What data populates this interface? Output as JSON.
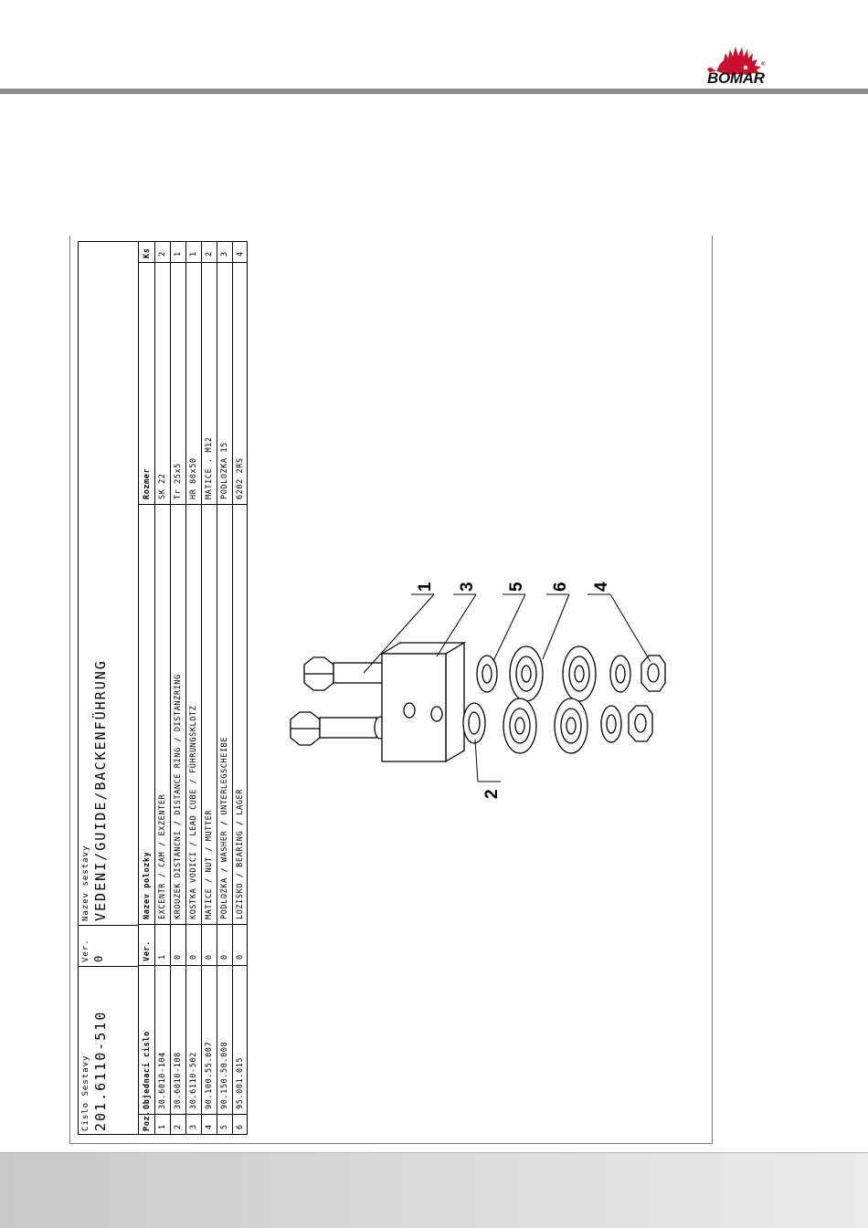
{
  "brand": {
    "logo_text": "BOMAR",
    "registered": "®"
  },
  "table": {
    "assembly_number_label": "Cislo Sestavy",
    "assembly_number": "201.6110-510",
    "version_label": "Ver.",
    "version": "0",
    "assembly_name_label": "Nazev sestavy",
    "assembly_name": "VEDENI/GUIDE/BACKENFÜHRUNG",
    "columns": {
      "pos": "Poz.",
      "order_no": "Objednaci cislo",
      "ver": "Ver.",
      "name": "Nazev polozky",
      "size": "Rozmer",
      "qty": "Ks"
    },
    "rows": [
      {
        "pos": "1",
        "order_no": "30.6010-104",
        "ver": "1",
        "name": "EXCENTR / CAM / EXZENTER",
        "size": "SK 22",
        "qty": "2"
      },
      {
        "pos": "2",
        "order_no": "30.6010-108",
        "ver": "0",
        "name": "KROUZEK DISTANCNI / DISTANCE RING / DISTANZRING",
        "size": "Tr 25x5",
        "qty": "1"
      },
      {
        "pos": "3",
        "order_no": "30.6110-502",
        "ver": "0",
        "name": "KOSTKA VODICI / LEAD CUBE / FÜHRUNGSKLOTZ",
        "size": "HR 80x50",
        "qty": "1"
      },
      {
        "pos": "4",
        "order_no": "90.100.55.007",
        "ver": "0",
        "name": "MATICE / NUT / MUTTER",
        "size": "MATICE . M12",
        "qty": "2"
      },
      {
        "pos": "5",
        "order_no": "90.150.50.008",
        "ver": "0",
        "name": "PODLOZKA / WASHER / UNTERLEGSCHEIBE",
        "size": "PODLOZKA 15",
        "qty": "3"
      },
      {
        "pos": "6",
        "order_no": "95.001.015",
        "ver": "0",
        "name": "LOZISKO / BEARING / LAGER",
        "size": "6202 2RS",
        "qty": "4"
      }
    ]
  },
  "drawing": {
    "callouts": [
      "1",
      "3",
      "5",
      "6",
      "4",
      "2"
    ]
  }
}
